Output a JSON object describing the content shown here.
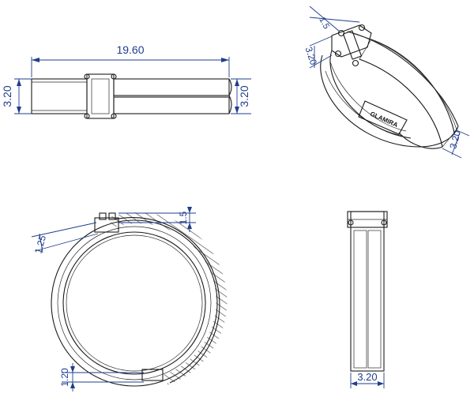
{
  "dims": {
    "top_length": "19.60",
    "top_left_height": "3.20",
    "top_right_height": "3.20",
    "iso_clasp_dim": "1.5",
    "iso_height": "3.20",
    "iso_width": "3.20",
    "front_top_gap": "1.5",
    "front_side": "1.25",
    "front_bottom": "1.20",
    "side_width": "3.20"
  },
  "brand": "GLAMIRA",
  "colors": {
    "dimension": "#1e3e8c",
    "outline": "#1b1b1b"
  }
}
